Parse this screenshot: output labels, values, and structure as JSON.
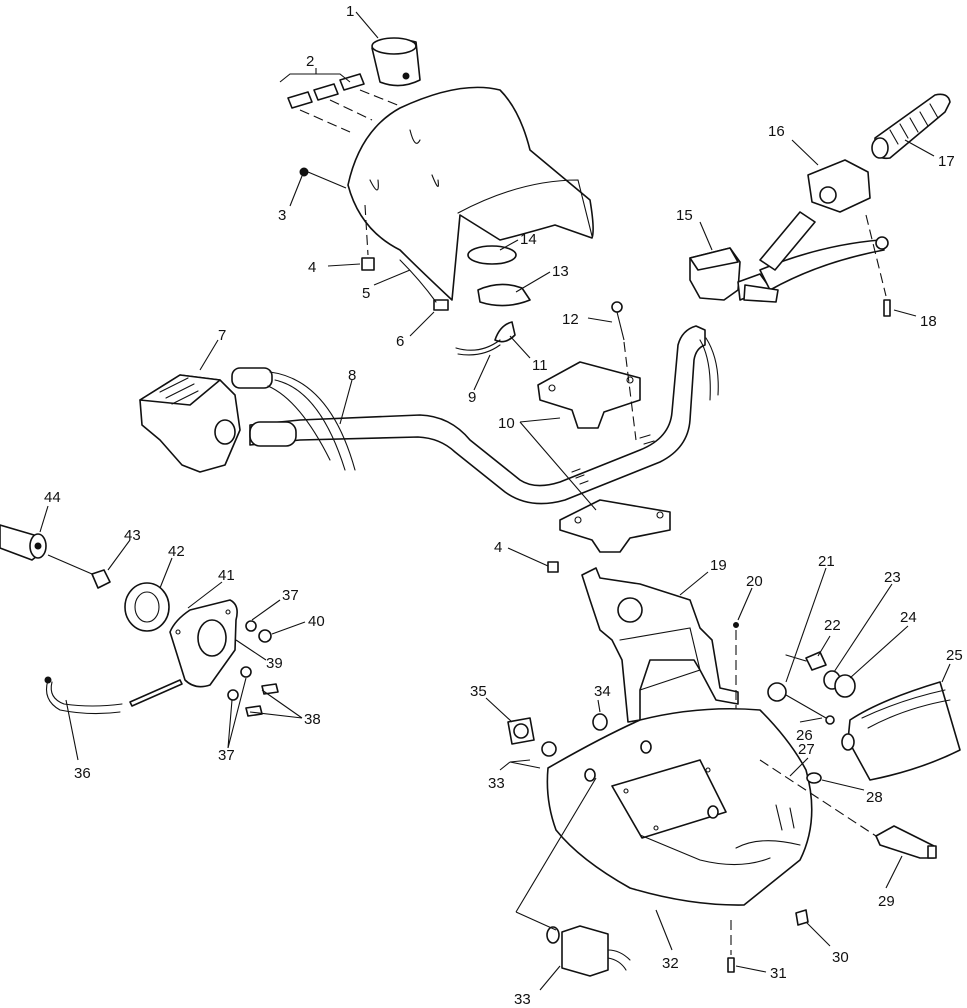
{
  "diagram": {
    "callouts": [
      {
        "id": "c1",
        "label": "1"
      },
      {
        "id": "c2",
        "label": "2"
      },
      {
        "id": "c3",
        "label": "3"
      },
      {
        "id": "c4a",
        "label": "4"
      },
      {
        "id": "c5",
        "label": "5"
      },
      {
        "id": "c6",
        "label": "6"
      },
      {
        "id": "c7",
        "label": "7"
      },
      {
        "id": "c8",
        "label": "8"
      },
      {
        "id": "c9",
        "label": "9"
      },
      {
        "id": "c10",
        "label": "10"
      },
      {
        "id": "c11",
        "label": "11"
      },
      {
        "id": "c12",
        "label": "12"
      },
      {
        "id": "c13",
        "label": "13"
      },
      {
        "id": "c14",
        "label": "14"
      },
      {
        "id": "c15",
        "label": "15"
      },
      {
        "id": "c16",
        "label": "16"
      },
      {
        "id": "c17",
        "label": "17"
      },
      {
        "id": "c18",
        "label": "18"
      },
      {
        "id": "c19",
        "label": "19"
      },
      {
        "id": "c20",
        "label": "20"
      },
      {
        "id": "c21",
        "label": "21"
      },
      {
        "id": "c22",
        "label": "22"
      },
      {
        "id": "c23",
        "label": "23"
      },
      {
        "id": "c24",
        "label": "24"
      },
      {
        "id": "c25",
        "label": "25"
      },
      {
        "id": "c26",
        "label": "26"
      },
      {
        "id": "c27",
        "label": "27"
      },
      {
        "id": "c28",
        "label": "28"
      },
      {
        "id": "c29",
        "label": "29"
      },
      {
        "id": "c30",
        "label": "30"
      },
      {
        "id": "c31",
        "label": "31"
      },
      {
        "id": "c32",
        "label": "32"
      },
      {
        "id": "c33a",
        "label": "33"
      },
      {
        "id": "c33b",
        "label": "33"
      },
      {
        "id": "c34",
        "label": "34"
      },
      {
        "id": "c35",
        "label": "35"
      },
      {
        "id": "c36",
        "label": "36"
      },
      {
        "id": "c37a",
        "label": "37"
      },
      {
        "id": "c37b",
        "label": "37"
      },
      {
        "id": "c38",
        "label": "38"
      },
      {
        "id": "c39",
        "label": "39"
      },
      {
        "id": "c40",
        "label": "40"
      },
      {
        "id": "c41",
        "label": "41"
      },
      {
        "id": "c42",
        "label": "42"
      },
      {
        "id": "c43",
        "label": "43"
      },
      {
        "id": "c44",
        "label": "44"
      },
      {
        "id": "c4b",
        "label": "4"
      }
    ]
  }
}
